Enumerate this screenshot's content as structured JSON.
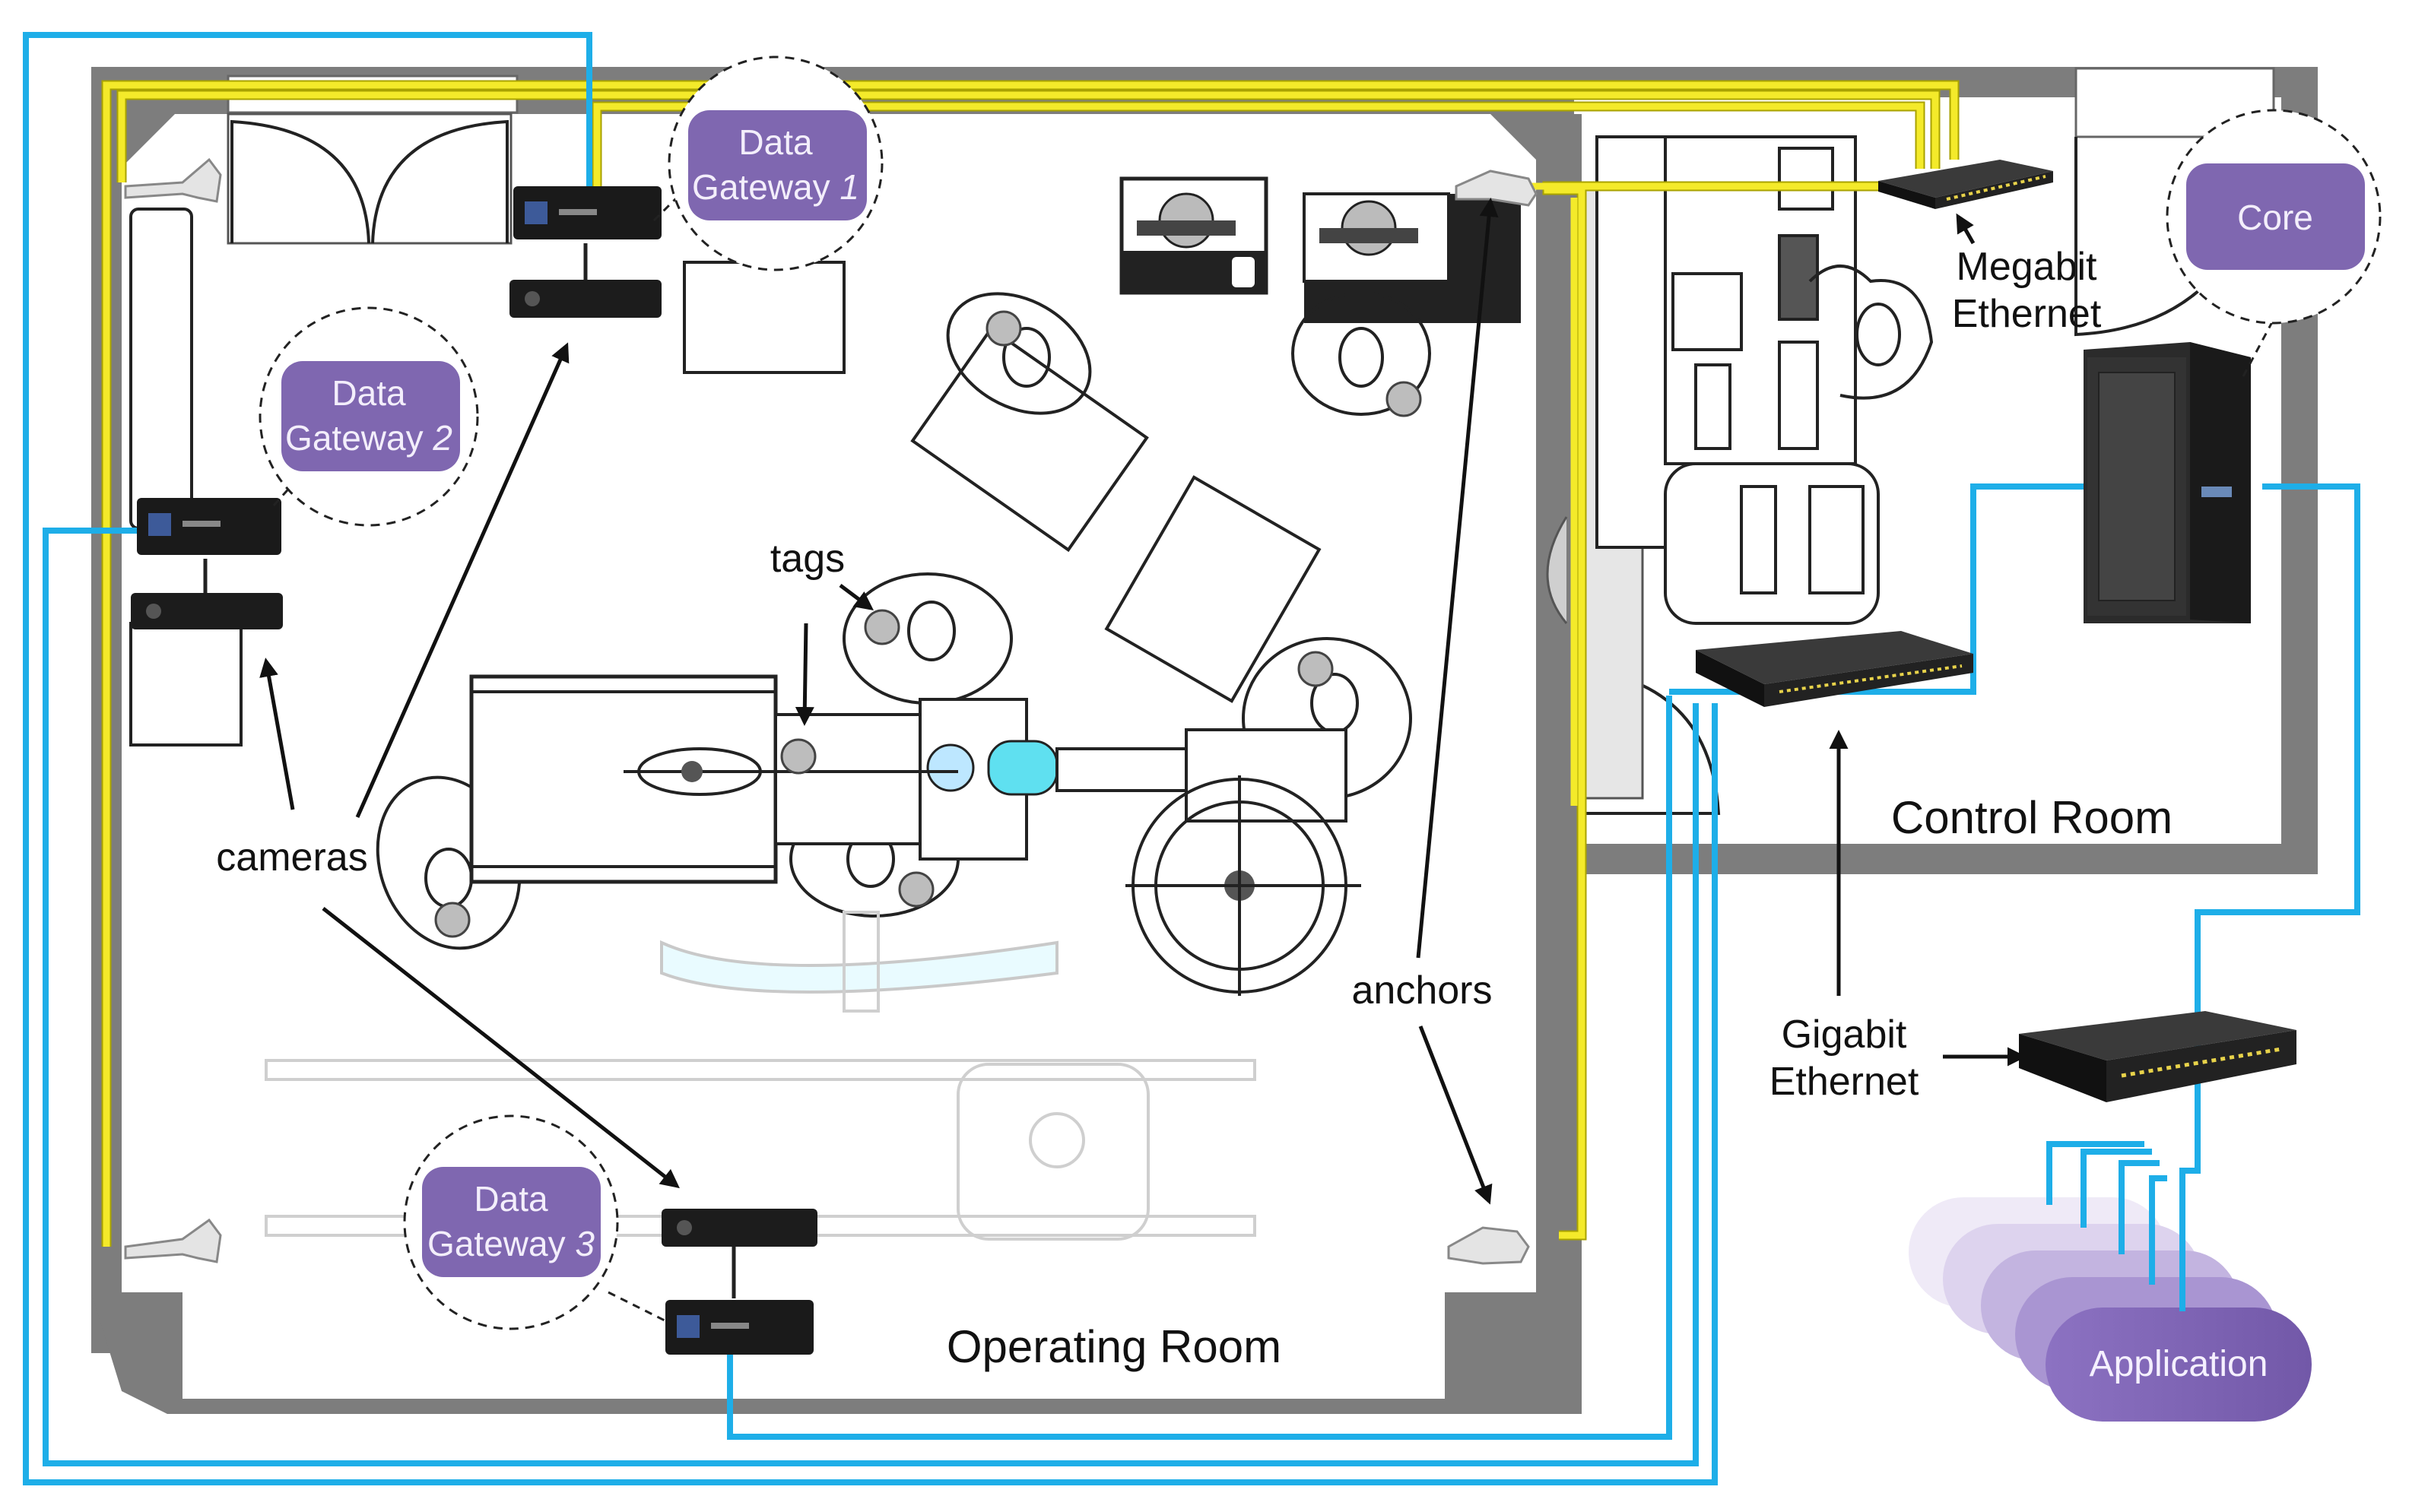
{
  "gateways": [
    {
      "line1": "Data",
      "line2": "Gateway ",
      "num": "1"
    },
    {
      "line1": "Data",
      "line2": "Gateway ",
      "num": "2"
    },
    {
      "line1": "Data",
      "line2": "Gateway ",
      "num": "3"
    }
  ],
  "core": {
    "label": "Core"
  },
  "application": {
    "label": "Application"
  },
  "labels": {
    "tags": "tags",
    "cameras": "cameras",
    "anchors": "anchors",
    "megabit_line1": "Megabit",
    "megabit_line2": "Ethernet",
    "gigabit_line1": "Gigabit",
    "gigabit_line2": "Ethernet"
  },
  "rooms": {
    "operating": "Operating Room",
    "control": "Control Room"
  },
  "colors": {
    "wall": "#7d7d7d",
    "gigabit_cable": "#1eaee8",
    "megabit_cable": "#f4ea2a",
    "bubble_fill": "#7f67b0"
  }
}
